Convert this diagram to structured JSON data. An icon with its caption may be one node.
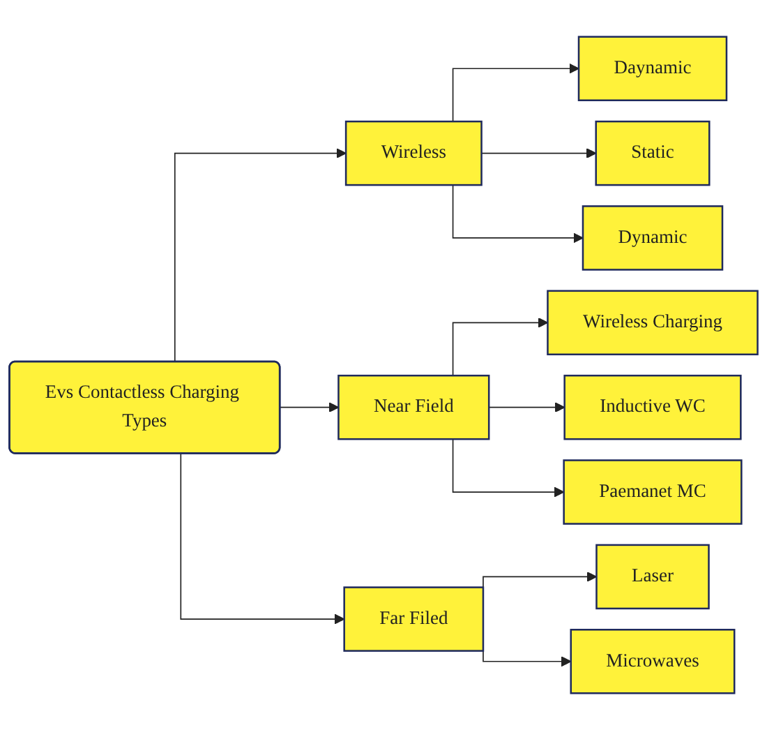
{
  "diagram": {
    "nodes": [
      {
        "text": [
          "Evs Contactless Charging Types"
        ]
      },
      {
        "text": [
          "Wireless"
        ]
      },
      {
        "text": [
          "Near Field"
        ]
      },
      {
        "text": [
          "Far Filed"
        ]
      },
      {
        "text": [
          "Daynamic"
        ]
      },
      {
        "text": [
          "Static"
        ]
      },
      {
        "text": [
          "Dynamic"
        ]
      },
      {
        "text": [
          "Wireless Charging"
        ]
      },
      {
        "text": [
          "Inductive WC"
        ]
      },
      {
        "text": [
          "Paemanet MC"
        ]
      },
      {
        "text": [
          "Laser"
        ]
      },
      {
        "text": [
          "Microwaves"
        ]
      }
    ],
    "edges": [
      {
        "from": 0,
        "to": 1,
        "arrow": "to"
      },
      {
        "from": 0,
        "to": 2,
        "arrow": "to"
      },
      {
        "from": 0,
        "to": 3,
        "arrow": "to"
      },
      {
        "from": 1,
        "to": 4,
        "arrow": "to"
      },
      {
        "from": 1,
        "to": 5,
        "arrow": "to"
      },
      {
        "from": 1,
        "to": 6,
        "arrow": "to"
      },
      {
        "from": 2,
        "to": 7,
        "arrow": "to"
      },
      {
        "from": 2,
        "to": 8,
        "arrow": "to"
      },
      {
        "from": 2,
        "to": 9,
        "arrow": "to"
      },
      {
        "from": 3,
        "to": 10,
        "arrow": "to"
      },
      {
        "from": 3,
        "to": 11,
        "arrow": "to"
      }
    ]
  }
}
